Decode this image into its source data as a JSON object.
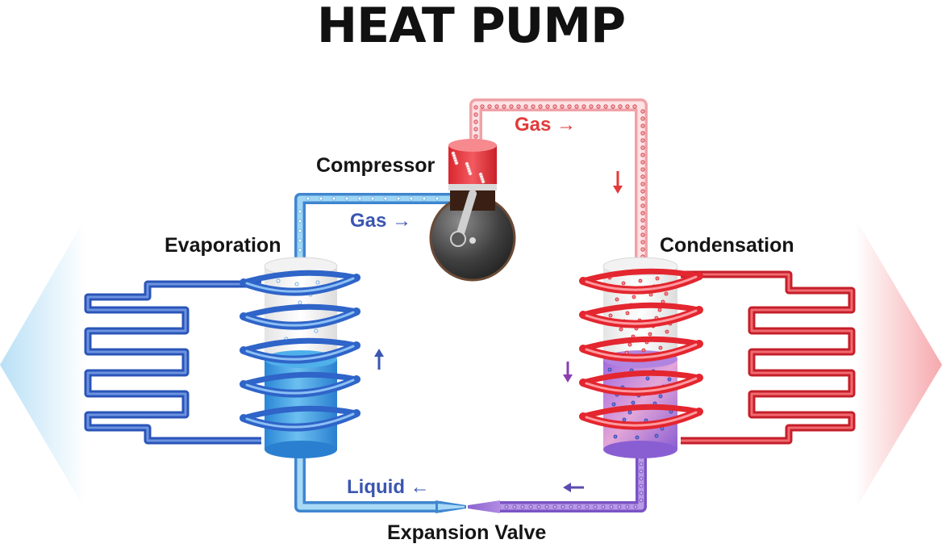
{
  "title": "HEAT PUMP",
  "labels": {
    "compressor": "Compressor",
    "evaporation": "Evaporation",
    "condensation": "Condensation",
    "expansion_valve": "Expansion Valve",
    "gas_hot": "Gas →",
    "gas_cold": "Gas →",
    "liquid": "Liquid ←"
  },
  "colors": {
    "hot": "#e8333c",
    "hot_pipe_light": "#f6b8bd",
    "cold": "#2f5fc4",
    "cold_pipe_light": "#7cc3ee",
    "liquid_cold": "#2f8fdc",
    "mixed": "#8b5fd0",
    "compressor_body": "#3a3a3a"
  },
  "icons": [
    "left-arrow-cold-icon",
    "right-arrow-hot-icon",
    "compressor-icon",
    "flow-arrow-icon"
  ]
}
